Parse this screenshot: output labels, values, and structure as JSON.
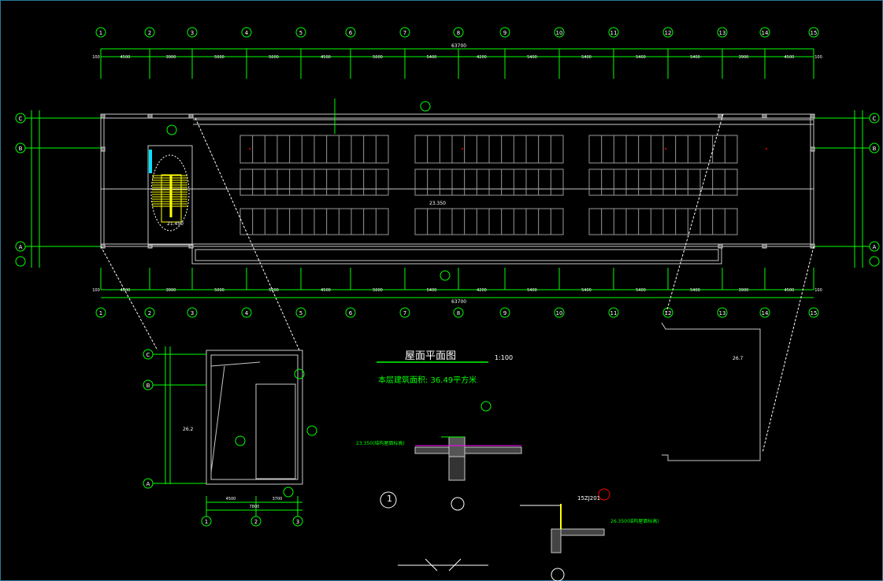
{
  "drawing": {
    "title": "屋面平面图",
    "scale": "1:100",
    "area_note": "本层建筑面积: 36.49平方米",
    "total_dim": "63700",
    "column_axes": [
      "1",
      "2",
      "3",
      "4",
      "5",
      "6",
      "7",
      "8",
      "9",
      "10",
      "11",
      "12",
      "13",
      "14",
      "15"
    ],
    "row_axes": [
      "C",
      "B",
      "A"
    ],
    "bay_dims": [
      "100",
      "4500",
      "3900",
      "5000",
      "5000",
      "4500",
      "5000",
      "5400",
      "4200",
      "5400",
      "5400",
      "5400",
      "5400",
      "3900",
      "4500",
      "100"
    ],
    "elevations": [
      "23.350",
      "21.450",
      "26.7",
      "26.2"
    ],
    "detail_label": "23.350(结构屋面标高)",
    "detail_label2": "26.350(结构屋面标高)",
    "detail_ref": "15ZJ201",
    "detail_no": "1",
    "stair_plan_dims": [
      "4500",
      "3700",
      "7800"
    ],
    "stair_axes": [
      "1",
      "2",
      "3"
    ],
    "stair_row_axes": [
      "C",
      "B",
      "A"
    ]
  },
  "colors": {
    "grid": "#00ff00",
    "wall": "#c8c8c8",
    "stair": "#ffff00",
    "text": "#ffffff",
    "accent": "#ff0000",
    "cyan": "#00e5ff"
  }
}
